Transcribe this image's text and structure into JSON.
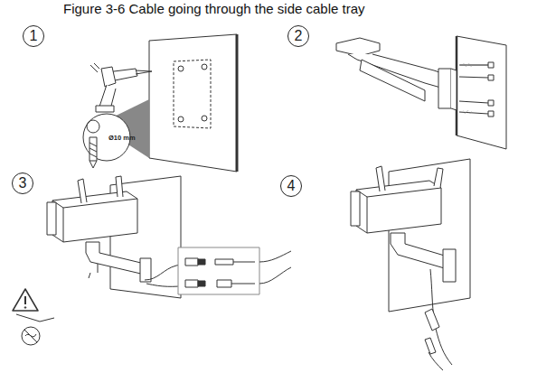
{
  "diagram": {
    "title": "Figure 3-6 Cable going through the side cable tray",
    "nodes": [
      {
        "text": [
          "1"
        ]
      },
      {
        "text": [
          "2"
        ]
      },
      {
        "text": [
          "3"
        ]
      },
      {
        "text": [
          "4"
        ]
      }
    ],
    "labels": [
      "Ø10 mm"
    ]
  }
}
